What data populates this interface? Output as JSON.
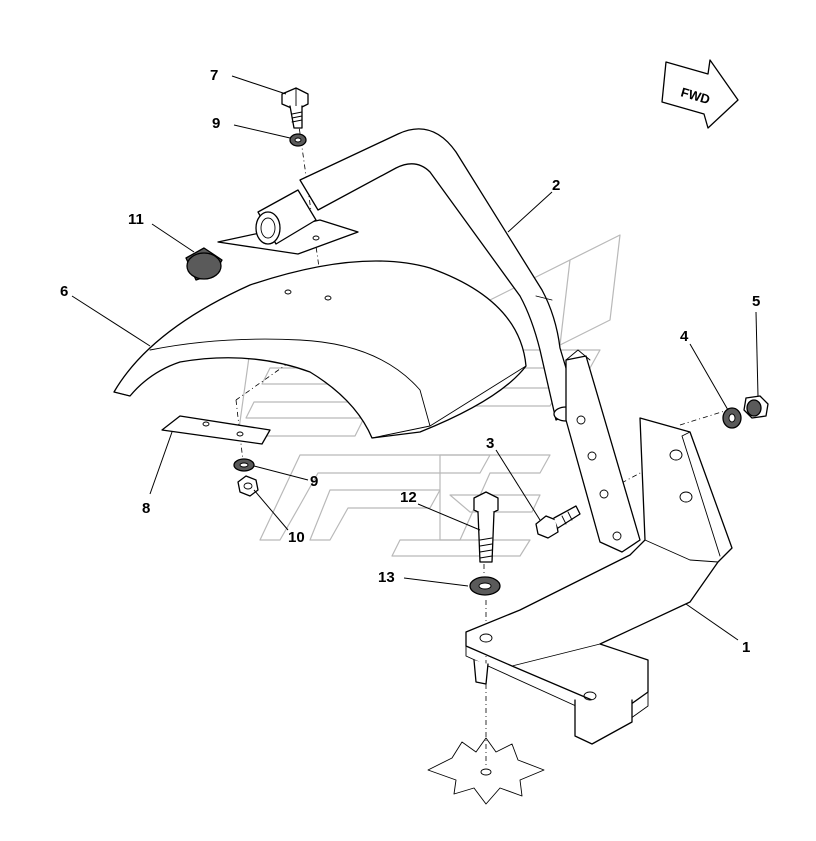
{
  "callouts": [
    {
      "id": "1",
      "label": "1"
    },
    {
      "id": "2",
      "label": "2"
    },
    {
      "id": "3",
      "label": "3"
    },
    {
      "id": "4",
      "label": "4"
    },
    {
      "id": "5",
      "label": "5"
    },
    {
      "id": "6",
      "label": "6"
    },
    {
      "id": "7",
      "label": "7"
    },
    {
      "id": "8",
      "label": "8"
    },
    {
      "id": "9a",
      "label": "9"
    },
    {
      "id": "9b",
      "label": "9"
    },
    {
      "id": "10",
      "label": "10"
    },
    {
      "id": "11",
      "label": "11"
    },
    {
      "id": "12",
      "label": "12"
    },
    {
      "id": "13",
      "label": "13"
    }
  ],
  "direction_arrow": {
    "label": "FWD"
  },
  "colors": {
    "line": "#000000",
    "watermark": "#b9b9b9",
    "shaded": "#5a5a5a",
    "background": "#ffffff"
  }
}
